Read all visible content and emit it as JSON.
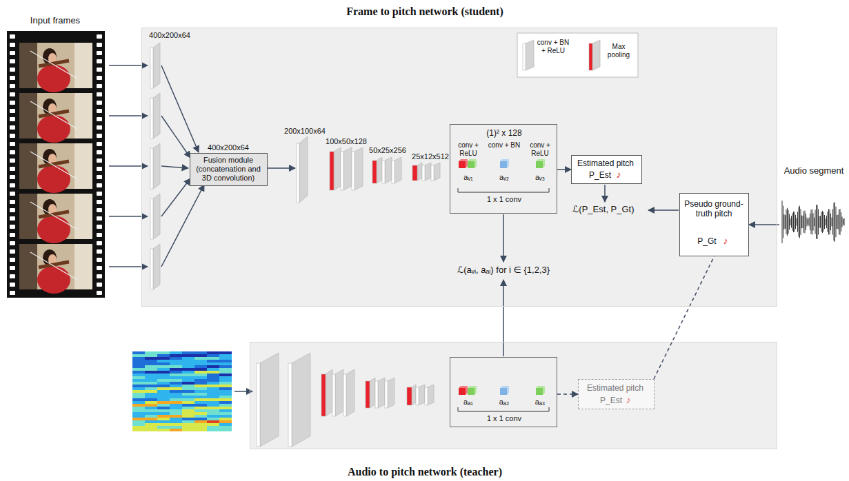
{
  "diagram": {
    "nodes": [
      {
        "text": [
          "Frame to pitch network (student)"
        ]
      },
      {
        "text": [
          "Fusion module (concatenation and 3D convolution)"
        ],
        "in": 0
      },
      {
        "text": [
          "(1)² x 128",
          "conv + ReLU",
          "conv + BN",
          "conv + ReLU",
          "aᵥ₁",
          "aᵥ₂",
          "aᵥ₃",
          "1 x 1 conv"
        ],
        "in": 0
      },
      {
        "text": [
          "Estimated pitch",
          "P_Est",
          "♪"
        ],
        "in": 0
      },
      {
        "text": [
          "Pseudo ground-truth pitch",
          "P_Gt",
          "♪"
        ],
        "in": 0
      },
      {
        "text": [
          "Audio to pitch network (teacher)"
        ]
      },
      {
        "text": [
          "aₐ₁",
          "aₐ₂",
          "aₐ₃",
          "1 x 1 conv"
        ],
        "in": 5
      },
      {
        "text": [
          "Estimated pitch",
          "P_Est",
          "♪"
        ],
        "in": 5
      }
    ],
    "edges": [
      {
        "from": 2,
        "to": 3,
        "arrow": "to"
      },
      {
        "from": 6,
        "to": 7,
        "arrow": "to"
      },
      {
        "from": 7,
        "to": 4,
        "arrow": "none"
      }
    ],
    "labels": [
      "Input frames",
      "400x200x64",
      "400x200x64",
      "200x100x64",
      "100x50x128",
      "50x25x256",
      "25x12x512",
      "ℒ(P_Est, P_Gt)",
      "ℒ(aᵥᵢ, aₐᵢ) for i ∈ {1,2,3}",
      "Audio segment"
    ],
    "legend": [
      {
        "text": "conv + BN + ReLU"
      },
      {
        "text": "Max pooling"
      }
    ]
  }
}
